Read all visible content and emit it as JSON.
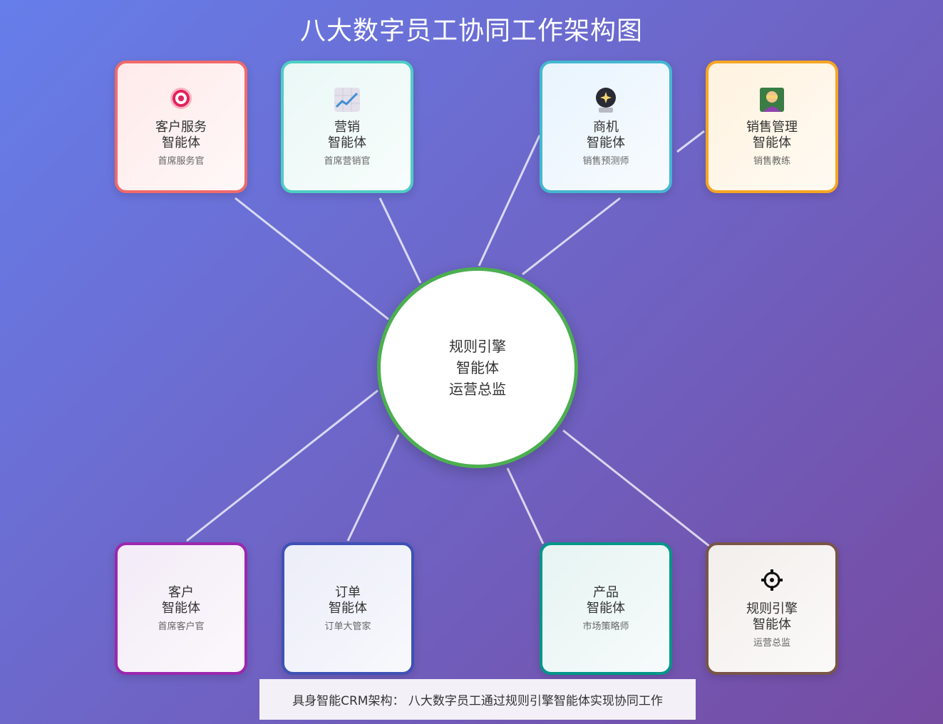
{
  "title": "八大数字员工协同工作架构图",
  "center": {
    "line1": "规则引擎",
    "line2": "智能体",
    "line3": "运营总监",
    "border_color": "#4caf50"
  },
  "cards": [
    {
      "name1": "客户服务",
      "name2": "智能体",
      "role": "首席服务官",
      "icon": "target-icon",
      "border": "#f06a6a",
      "bg": "#fff0f0"
    },
    {
      "name1": "营销",
      "name2": "智能体",
      "role": "首席营销官",
      "icon": "chart-increasing-icon",
      "border": "#4ecdc4",
      "bg": "#f0fbfa"
    },
    {
      "name1": "商机",
      "name2": "智能体",
      "role": "销售预测师",
      "icon": "crystal-ball-icon",
      "border": "#45b7d1",
      "bg": "#eef7fd"
    },
    {
      "name1": "销售管理",
      "name2": "智能体",
      "role": "销售教练",
      "icon": "teacher-icon",
      "border": "#f5a623",
      "bg": "#fff8ec"
    },
    {
      "name1": "客户",
      "name2": "智能体",
      "role": "首席客户官",
      "icon": "",
      "border": "#9c27b0",
      "bg": "#f6f0f8"
    },
    {
      "name1": "订单",
      "name2": "智能体",
      "role": "订单大管家",
      "icon": "",
      "border": "#3f51b5",
      "bg": "#f0f1fa"
    },
    {
      "name1": "产品",
      "name2": "智能体",
      "role": "市场策略师",
      "icon": "",
      "border": "#009688",
      "bg": "#edf7f6"
    },
    {
      "name1": "规则引擎",
      "name2": "智能体",
      "role": "运营总监",
      "icon": "gear-icon",
      "border": "#795548",
      "bg": "#f5f2f0"
    }
  ],
  "footer": "具身智能CRM架构：  八大数字员工通过规则引擎智能体实现协同工作"
}
